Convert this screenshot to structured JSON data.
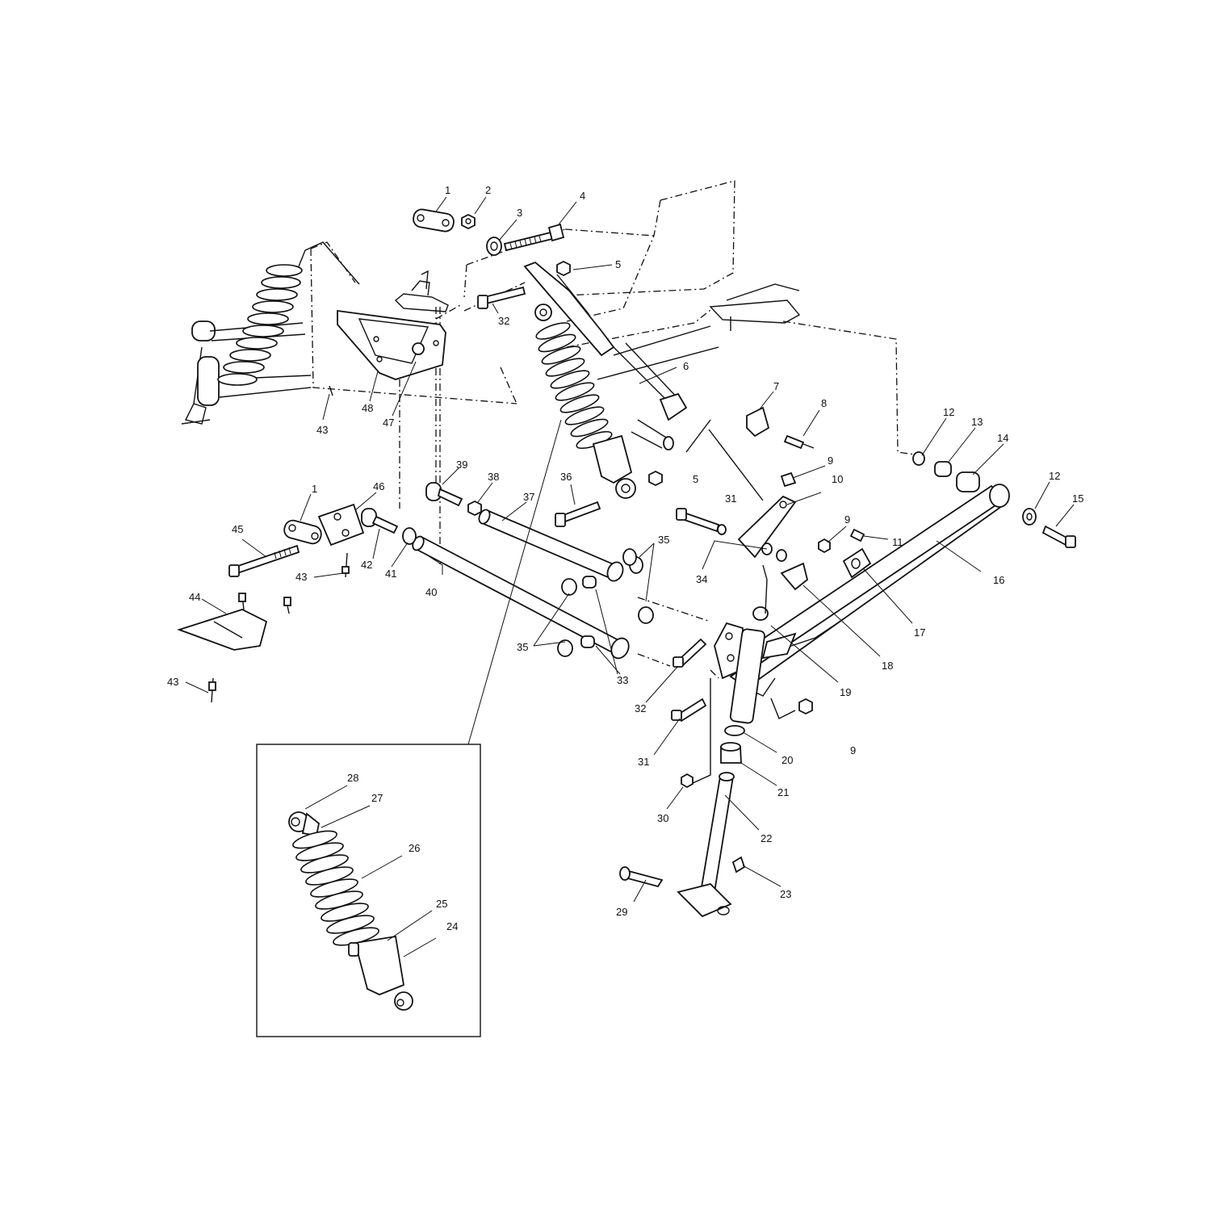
{
  "diagram": {
    "callouts": {
      "c1a": "1",
      "c2": "2",
      "c3": "3",
      "c4": "4",
      "c5a": "5",
      "c5b": "5",
      "c6": "6",
      "c7": "7",
      "c8": "8",
      "c9a": "9",
      "c9b": "9",
      "c9c": "9",
      "c10": "10",
      "c11": "11",
      "c12a": "12",
      "c12b": "12",
      "c13": "13",
      "c14": "14",
      "c15": "15",
      "c16": "16",
      "c17": "17",
      "c18": "18",
      "c19": "19",
      "c20": "20",
      "c21": "21",
      "c22": "22",
      "c23": "23",
      "c24": "24",
      "c25": "25",
      "c26": "26",
      "c27": "27",
      "c28": "28",
      "c29": "29",
      "c30": "30",
      "c31a": "31",
      "c31b": "31",
      "c32a": "32",
      "c32b": "32",
      "c33": "33",
      "c34": "34",
      "c35a": "35",
      "c35b": "35",
      "c36": "36",
      "c37": "37",
      "c38": "38",
      "c39": "39",
      "c40": "40",
      "c41": "41",
      "c42": "42",
      "c43a": "43",
      "c43b": "43",
      "c43c": "43",
      "c44": "44",
      "c45": "45",
      "c46": "46",
      "c47": "47",
      "c48": "48",
      "c1b": "1"
    }
  }
}
